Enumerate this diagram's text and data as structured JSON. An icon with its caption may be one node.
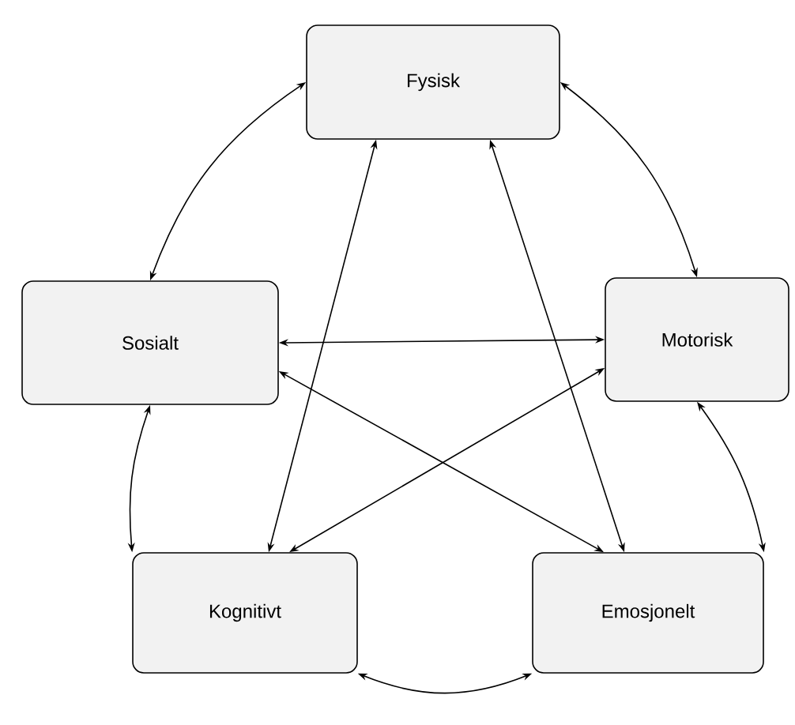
{
  "diagram": {
    "nodes": [
      {
        "text": [
          "Fysisk"
        ]
      },
      {
        "text": [
          "Sosialt"
        ]
      },
      {
        "text": [
          "Motorisk"
        ]
      },
      {
        "text": [
          "Kognitivt"
        ]
      },
      {
        "text": [
          "Emosjonelt"
        ]
      }
    ],
    "edges": [
      {
        "from": 0,
        "to": 1,
        "arrow": "both"
      },
      {
        "from": 0,
        "to": 2,
        "arrow": "both"
      },
      {
        "from": 1,
        "to": 3,
        "arrow": "both"
      },
      {
        "from": 2,
        "to": 4,
        "arrow": "both"
      },
      {
        "from": 3,
        "to": 4,
        "arrow": "both"
      },
      {
        "from": 1,
        "to": 2,
        "arrow": "both"
      },
      {
        "from": 1,
        "to": 4,
        "arrow": "both"
      },
      {
        "from": 2,
        "to": 3,
        "arrow": "both"
      },
      {
        "from": 0,
        "to": 3,
        "arrow": "both"
      },
      {
        "from": 0,
        "to": 4,
        "arrow": "both"
      }
    ]
  }
}
